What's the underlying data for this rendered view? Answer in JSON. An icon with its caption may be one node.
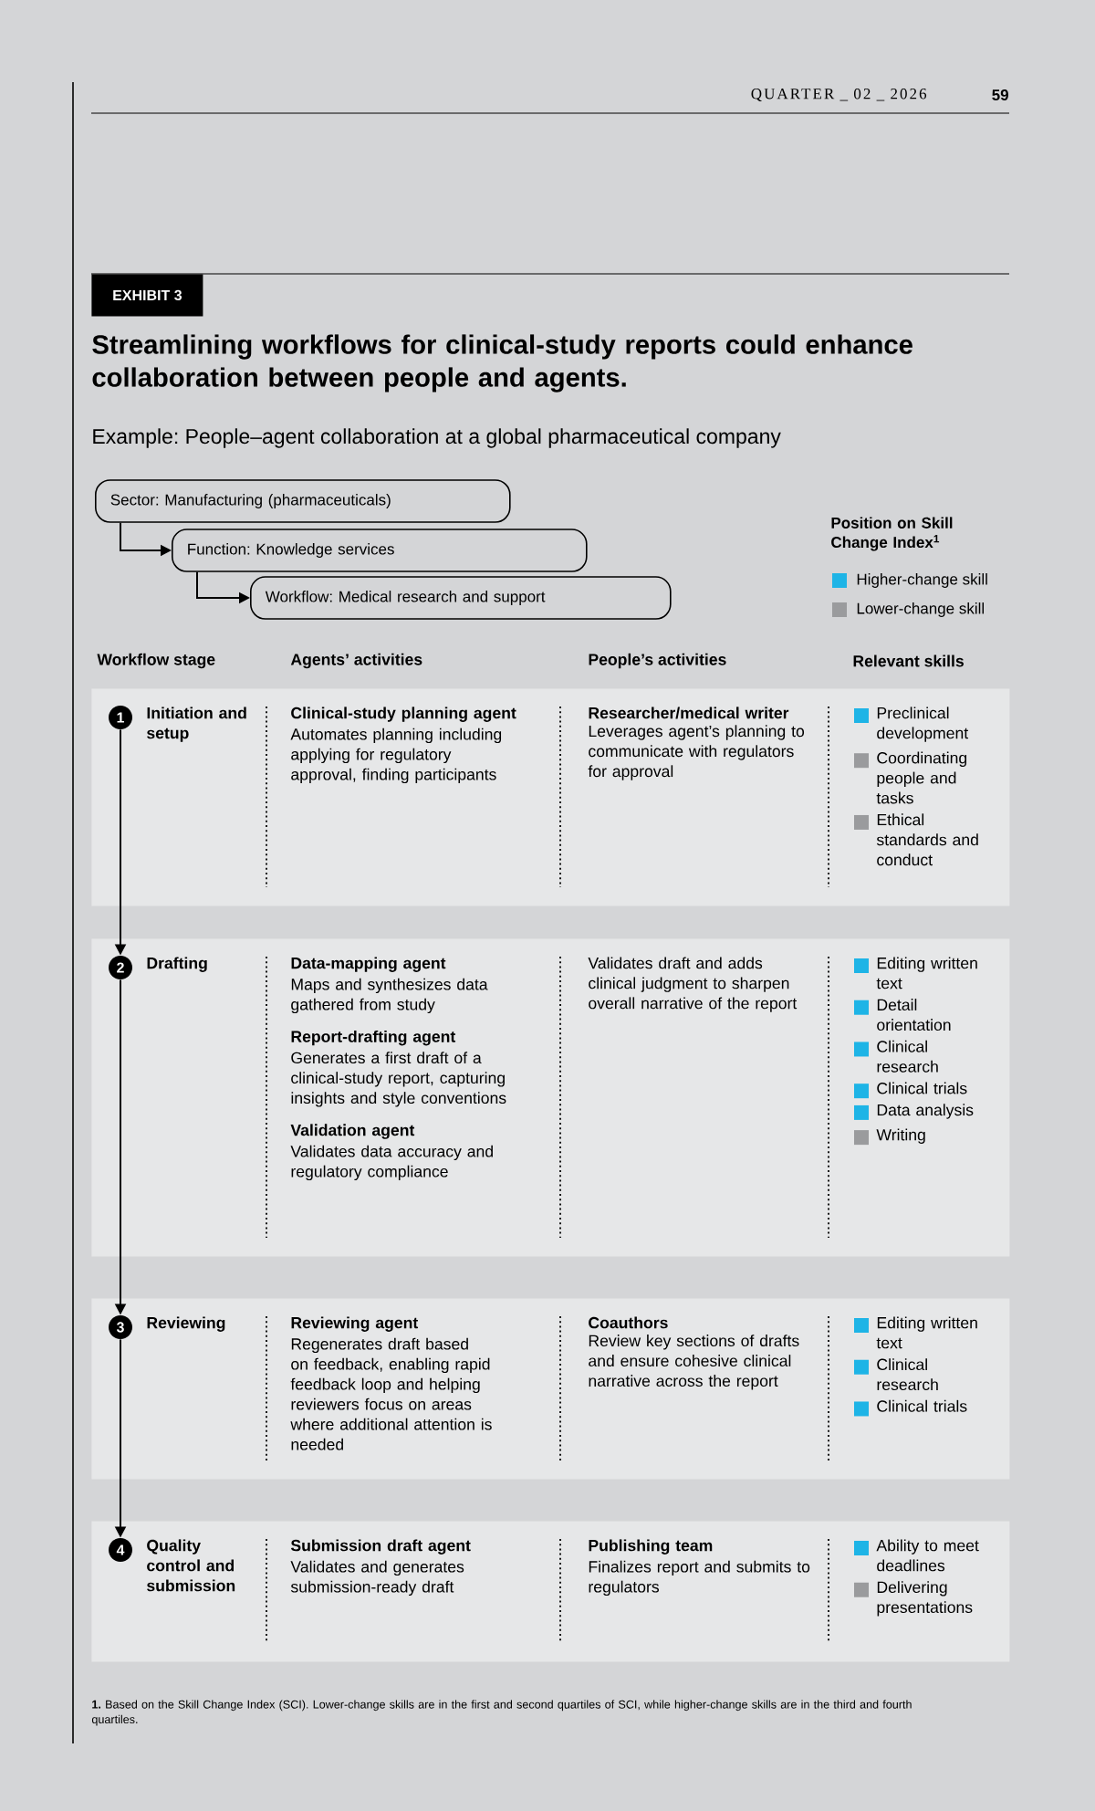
{
  "diagram": {
    "title": "Streamlining workflows for clinical-study reports could enhance collaboration between people and agents.",
    "nodes": [
      {
        "text": [
          "Sector: Manufacturing (pharmaceuticals)"
        ]
      },
      {
        "text": [
          "Function: Knowledge services"
        ]
      },
      {
        "text": [
          "Workflow: Medical research and support"
        ]
      },
      {
        "text": [
          "Initiation and setup",
          "Clinical-study planning agent",
          "Automates planning including applying for regulatory approval, finding participants",
          "Researcher/medical writer",
          "Leverages agent’s planning to communicate with regulators for approval",
          "Preclinical development",
          "Coordinating people and tasks",
          "Ethical standards and conduct"
        ]
      },
      {
        "text": [
          "Drafting",
          "Data-mapping agent",
          "Maps and synthesizes data gathered from study",
          "Report-drafting agent",
          "Generates a first draft of a clinical-study report, capturing insights and style conventions",
          "Validation agent",
          "Validates data accuracy and regulatory compliance",
          "Validates draft and adds clinical judgment to sharpen overall narrative of the report",
          "Editing written text",
          "Detail orientation",
          "Clinical research",
          "Clinical trials",
          "Data analysis",
          "Writing"
        ]
      },
      {
        "text": [
          "Reviewing",
          "Reviewing agent",
          "Regenerates draft based on feedback, enabling rapid feedback loop and helping reviewers focus on areas where additional attention is needed",
          "Coauthors",
          "Review key sections of drafts and ensure cohesive clinical narrative across the report",
          "Editing written text",
          "Clinical research",
          "Clinical trials"
        ]
      },
      {
        "text": [
          "Quality control and submission",
          "Submission draft agent",
          "Validates and generates submission-ready draft",
          "Publishing team",
          "Finalizes report and submits to regulators",
          "Ability to meet deadlines",
          "Delivering presentations"
        ]
      },
      {
        "text": [
          "1"
        ],
        "in": 3
      },
      {
        "text": [
          "2"
        ],
        "in": 4
      },
      {
        "text": [
          "3"
        ],
        "in": 5
      },
      {
        "text": [
          "4"
        ],
        "in": 6
      }
    ],
    "edges": [
      {
        "from": 0,
        "to": 1,
        "arrow": "to"
      },
      {
        "from": 1,
        "to": 2,
        "arrow": "to"
      },
      {
        "from": 7,
        "to": 8,
        "arrow": "to"
      },
      {
        "from": 8,
        "to": 9,
        "arrow": "to"
      },
      {
        "from": 9,
        "to": 10,
        "arrow": "to"
      }
    ],
    "labels": [
      "QUARTER _ 02 _ 2026",
      "59",
      "EXHIBIT 3",
      "Example: People–agent collaboration at a global pharmaceutical company",
      "Position on Skill Change Index$^{1}$",
      "Workflow stage",
      "Agents’ activities",
      "People’s activities",
      "Relevant skills",
      "**1.** Based on the Skill Change Index (SCI). Lower-change skills are in the first and second quartiles of SCI, while higher-change skills are in the third and fourth quartiles."
    ],
    "legend": [
      {
        "text": "Higher-change skill",
        "color": "#1eb4e6"
      },
      {
        "text": "Lower-change skill",
        "color": "#9a9b9d"
      }
    ]
  }
}
